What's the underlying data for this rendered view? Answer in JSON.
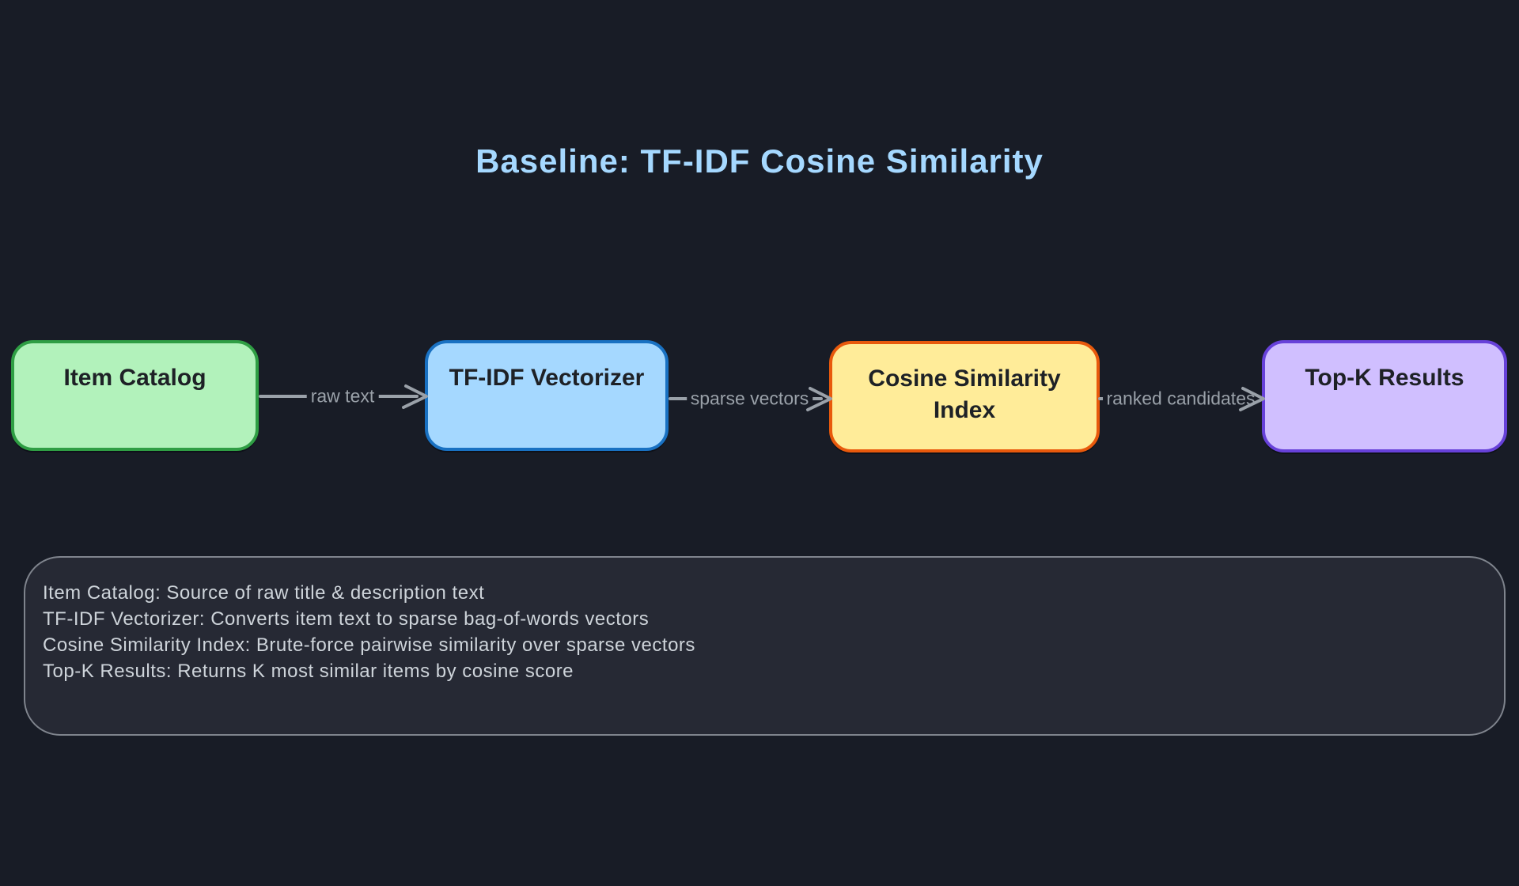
{
  "title": {
    "text": "Baseline: TF-IDF Cosine Similarity"
  },
  "nodes": [
    {
      "id": "item-catalog",
      "label": "Item Catalog",
      "fill": "#b2f2bb",
      "border": "#2f9e44"
    },
    {
      "id": "tfidf-vectorizer",
      "label": "TF-IDF Vectorizer",
      "fill": "#a5d8ff",
      "border": "#1971c2"
    },
    {
      "id": "cosine-similarity-index",
      "label": "Cosine Similarity Index",
      "fill": "#ffec99",
      "border": "#e8590c"
    },
    {
      "id": "top-k-results",
      "label": "Top-K Results",
      "fill": "#d0bfff",
      "border": "#6741d9"
    }
  ],
  "edges": [
    {
      "from": "item-catalog",
      "to": "tfidf-vectorizer",
      "label": "raw text"
    },
    {
      "from": "tfidf-vectorizer",
      "to": "cosine-similarity-index",
      "label": "sparse vectors"
    },
    {
      "from": "cosine-similarity-index",
      "to": "top-k-results",
      "label": "ranked candidates"
    }
  ],
  "legend": {
    "lines": [
      "Item Catalog: Source of raw title & description text",
      "TF-IDF Vectorizer: Converts item text to sparse bag-of-words vectors",
      "Cosine Similarity Index: Brute-force pairwise similarity over sparse vectors",
      "Top-K Results: Returns K most similar items by cosine score"
    ]
  },
  "colors": {
    "background": "#181c26",
    "title": "#a5d8ff",
    "arrow": "#9aa1a9",
    "edge_label": "#9aa1a9",
    "node_text": "#1e2126",
    "legend_text": "#ced4da",
    "legend_border": "#7f848d",
    "legend_fill": "#262934"
  }
}
